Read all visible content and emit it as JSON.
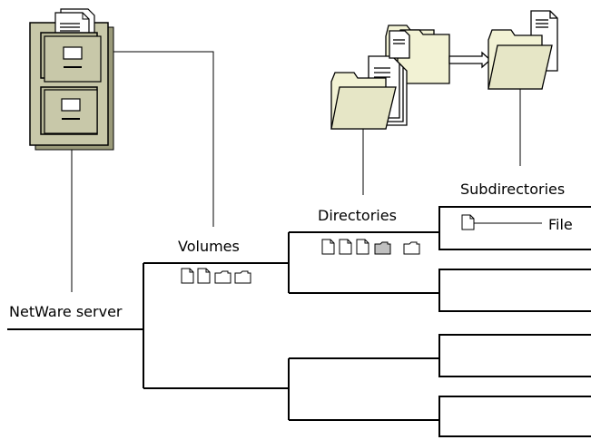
{
  "labels": {
    "server": "NetWare server",
    "volumes": "Volumes",
    "directories": "Directories",
    "subdirectories": "Subdirectories",
    "file": "File"
  },
  "icons": {
    "server": "file-cabinet-icon",
    "volume_row": [
      "file-icon",
      "file-icon",
      "folder-icon",
      "folder-icon"
    ],
    "directory_row": [
      "file-icon",
      "file-icon",
      "file-icon",
      "folder-filled-icon",
      "folder-icon"
    ],
    "file_marker": "file-icon",
    "directories_illustration": "folder-stack-icon",
    "subdirectory_illustration": "open-folder-icon",
    "move_arrow": "arrow-right-icon"
  },
  "colors": {
    "line": "#000000",
    "cabinet_fill": "#c8c8a9",
    "cabinet_shadow": "#9a9a7a",
    "folder_fill": "#f2f2d4",
    "folder_shade": "#d8d8b8",
    "filled_folder": "#c0c0c0",
    "paper": "#ffffff"
  }
}
